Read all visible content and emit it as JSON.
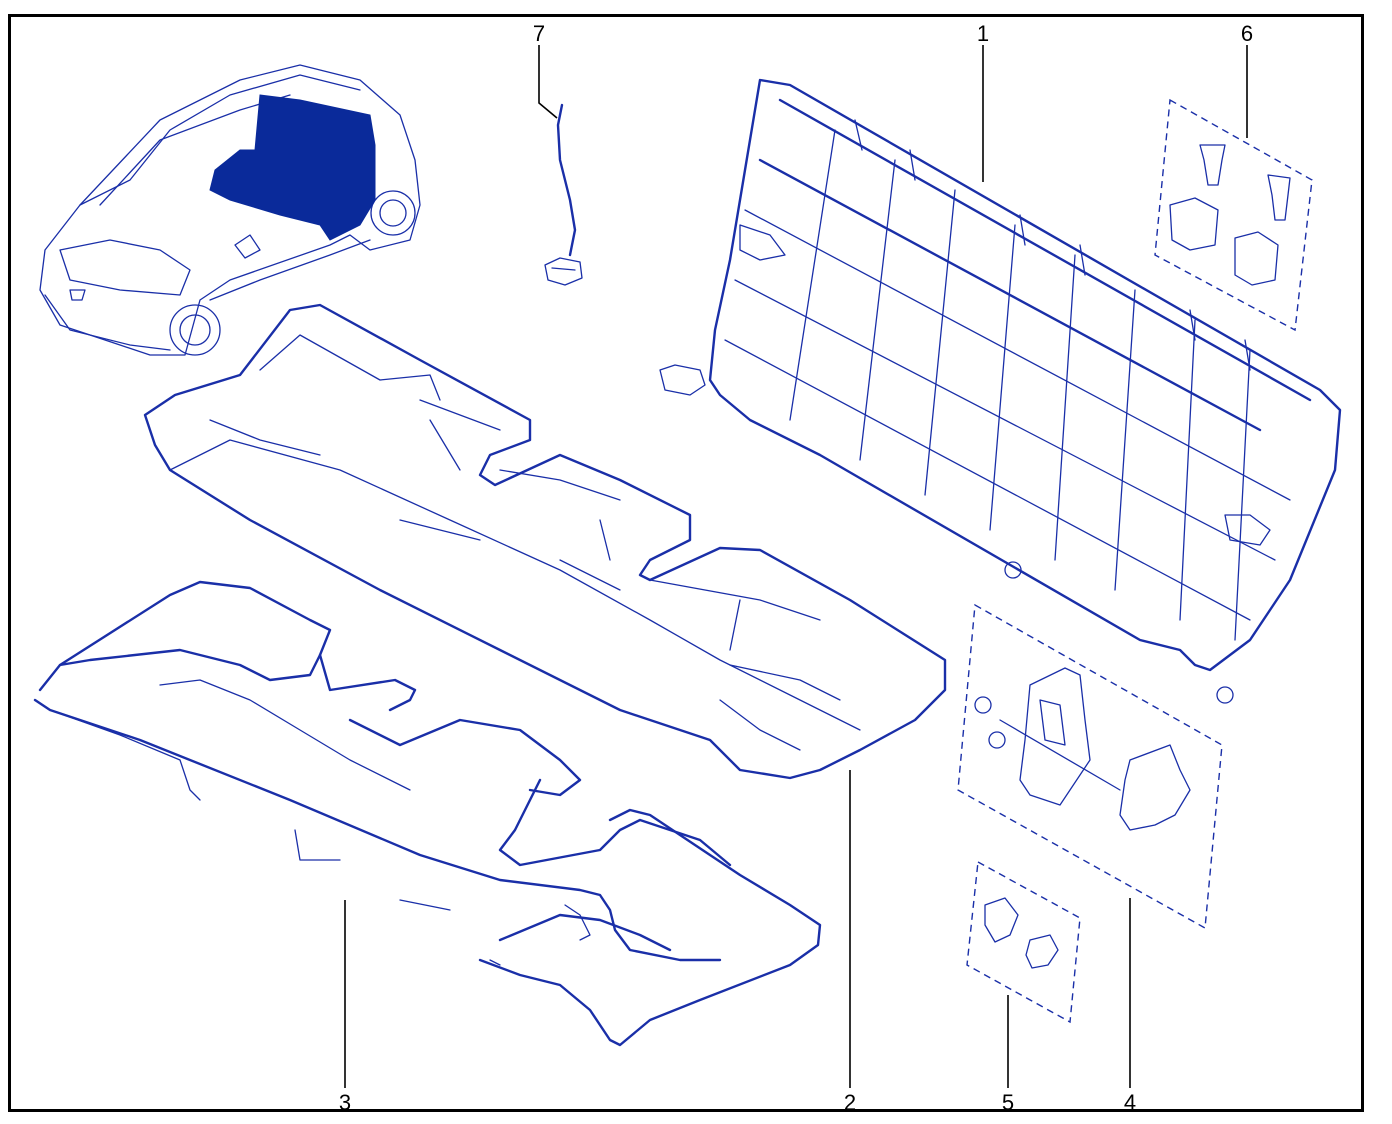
{
  "colors": {
    "line": "#1a2fa8",
    "highlight": "#0a2a9a",
    "frame": "#000000"
  },
  "callouts": [
    {
      "id": "7",
      "label": "7"
    },
    {
      "id": "1",
      "label": "1"
    },
    {
      "id": "6",
      "label": "6"
    },
    {
      "id": "3",
      "label": "3"
    },
    {
      "id": "2",
      "label": "2"
    },
    {
      "id": "5",
      "label": "5"
    },
    {
      "id": "4",
      "label": "4"
    }
  ]
}
